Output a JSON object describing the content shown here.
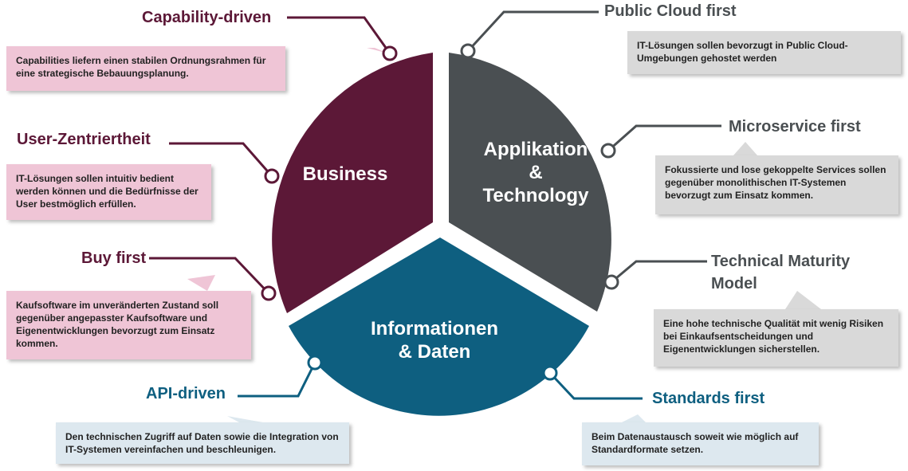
{
  "segments": {
    "business": {
      "label": "Business",
      "color": "#5c1837"
    },
    "app_tech": {
      "label": "Applikation\n&\nTechnology",
      "color": "#4a4f52"
    },
    "info_data": {
      "label": "Informationen\n& Daten",
      "color": "#0e5f80"
    }
  },
  "principles": {
    "capability": {
      "title": "Capability-driven",
      "text": "Capabilities liefern einen stabilen Ordnungsrahmen für eine strategische Bebauungsplanung."
    },
    "user": {
      "title": "User-Zentriertheit",
      "text": "IT-Lösungen sollen intuitiv bedient werden können und die Bedürfnisse der User bestmöglich erfüllen."
    },
    "buy": {
      "title": "Buy first",
      "text": "Kaufsoftware im unveränderten Zustand soll gegenüber angepasster Kaufsoftware und Eigenentwicklungen bevorzugt zum Einsatz kommen."
    },
    "api": {
      "title": "API-driven",
      "text": "Den technischen Zugriff auf Daten sowie die Integration von IT-Systemen vereinfachen und beschleunigen."
    },
    "cloud": {
      "title": "Public Cloud first",
      "text": "IT-Lösungen sollen bevorzugt in Public Cloud-Umgebungen gehostet werden"
    },
    "microservice": {
      "title": "Microservice first",
      "text": "Fokussierte und lose gekoppelte Services sollen gegenüber monolithischen IT-Systemen bevorzugt zum Einsatz kommen."
    },
    "maturity": {
      "title": "Technical Maturity\nModel",
      "text": "Eine hohe technische Qualität mit wenig Risiken bei Einkaufsentscheidungen und Eigenentwicklungen sicherstellen."
    },
    "standards": {
      "title": "Standards first",
      "text": "Beim Datenaustausch soweit wie möglich auf Standardformate setzen."
    }
  }
}
